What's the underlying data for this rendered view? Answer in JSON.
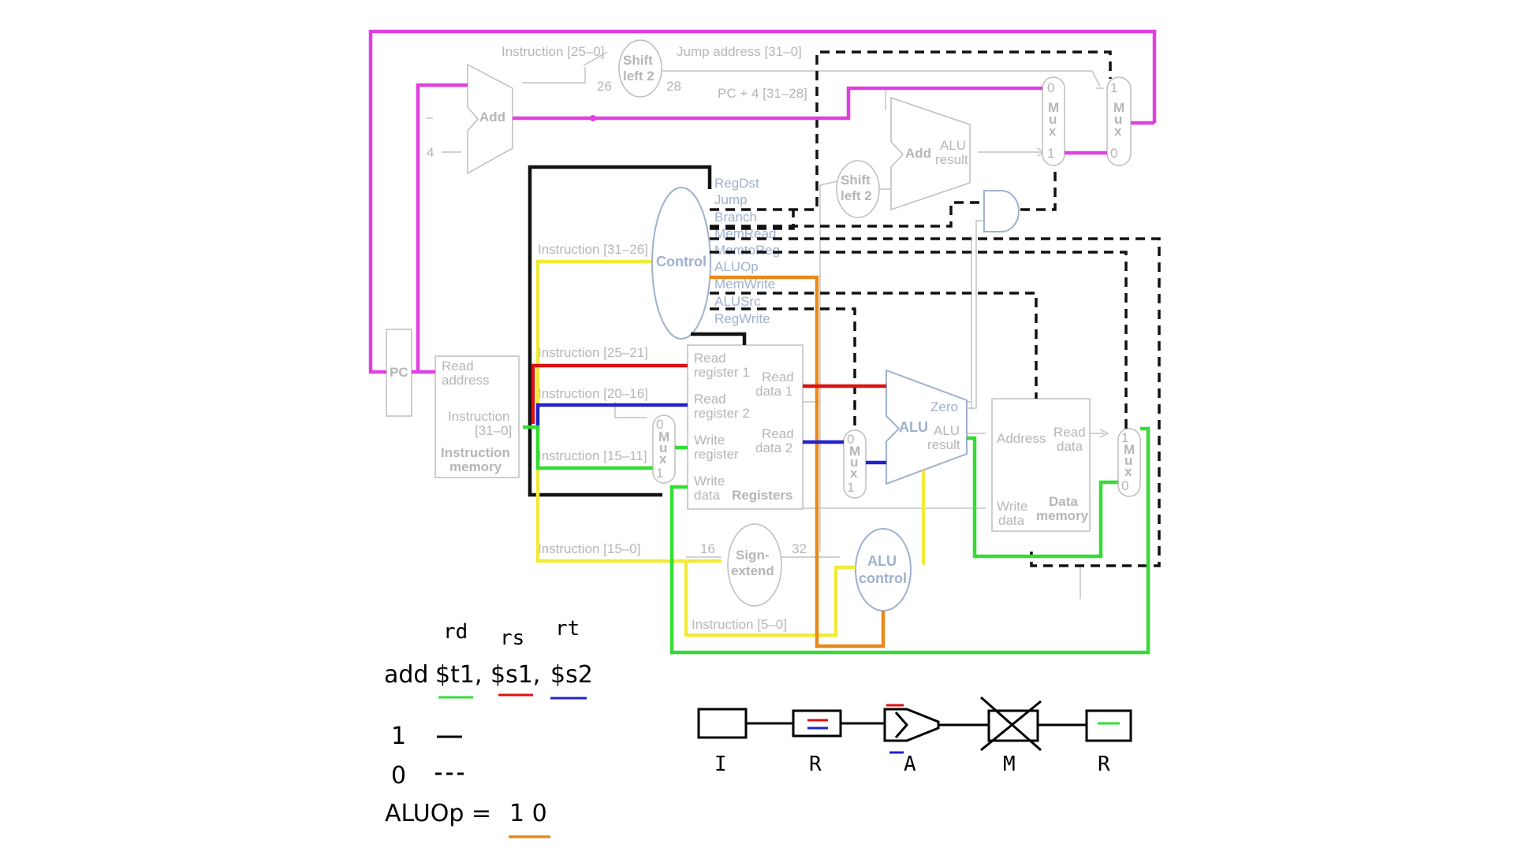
{
  "datapath": {
    "labels": {
      "pc": "PC",
      "add_top": "Add",
      "four": "4",
      "instr_25_0": "Instruction [25–0]",
      "shift_left2_top_a": "Shift",
      "shift_left2_top_b": "left 2",
      "jump_address": "Jump address [31–0]",
      "n26": "26",
      "n28": "28",
      "pc4": "PC + 4 [31–28]",
      "add_alu_a": "Add",
      "add_alu_b": "ALU",
      "add_alu_c": "result",
      "shift2_a": "Shift",
      "shift2_b": "left 2",
      "mux_m": "M",
      "mux_u": "u",
      "mux_x": "x",
      "zero": "0",
      "one": "1",
      "control": "Control",
      "instr_31_26": "Instruction [31–26]",
      "instr_25_21": "Instruction [25–21]",
      "instr_20_16": "Instruction [20–16]",
      "instr_15_11": "Instruction [15–11]",
      "instr_15_0": "Instruction [15–0]",
      "instr_5_0": "Instruction [5–0]",
      "read_address_a": "Read",
      "read_address_b": "address",
      "instruction_a": "Instruction",
      "instruction_b": "[31–0]",
      "instr_mem_a": "Instruction",
      "instr_mem_b": "memory",
      "read_reg1_a": "Read",
      "read_reg1_b": "register 1",
      "read_reg2_a": "Read",
      "read_reg2_b": "register 2",
      "write_reg_a": "Write",
      "write_reg_b": "register",
      "write_data_a": "Write",
      "write_data_b": "data",
      "read_data1_a": "Read",
      "read_data1_b": "data 1",
      "read_data2_a": "Read",
      "read_data2_b": "data 2",
      "registers": "Registers",
      "sign_a": "Sign-",
      "sign_b": "extend",
      "n16": "16",
      "n32": "32",
      "alu": "ALU",
      "alu_zero": "Zero",
      "alu_result_a": "ALU",
      "alu_result_b": "result",
      "alu_control_a": "ALU",
      "alu_control_b": "control",
      "address": "Address",
      "read_data_a": "Read",
      "read_data_b": "data",
      "write_data2_a": "Write",
      "write_data2_b": "data",
      "data_mem_a": "Data",
      "data_mem_b": "memory"
    },
    "control_signals": [
      "RegDst",
      "Jump",
      "Branch",
      "MemRead",
      "MemtoReg",
      "ALUOp",
      "MemWrite",
      "ALUSrc",
      "RegWrite"
    ]
  },
  "notes": {
    "rd": "rd",
    "rs": "rs",
    "rt": "rt",
    "instruction_op": "add",
    "operand_rd": "$t1,",
    "operand_rs": "$s1,",
    "operand_rt": "$s2",
    "legend_one": "1",
    "legend_zero": "0",
    "aluop_text": "ALUOp = ",
    "aluop_value": "1 0"
  },
  "pipeline": {
    "stages": [
      "I",
      "R",
      "A",
      "M",
      "R"
    ]
  },
  "colors": {
    "pc_path": "#e040e0",
    "rd_green": "#33dd33",
    "rs_red": "#dd1111",
    "rt_blue": "#2222cc",
    "imm_yellow": "#f2ea3a",
    "aluop_orange": "#e88a1a",
    "signal_black": "#111111",
    "dim_gray": "#bdbdbd",
    "control_blue": "#9fb1cf"
  }
}
